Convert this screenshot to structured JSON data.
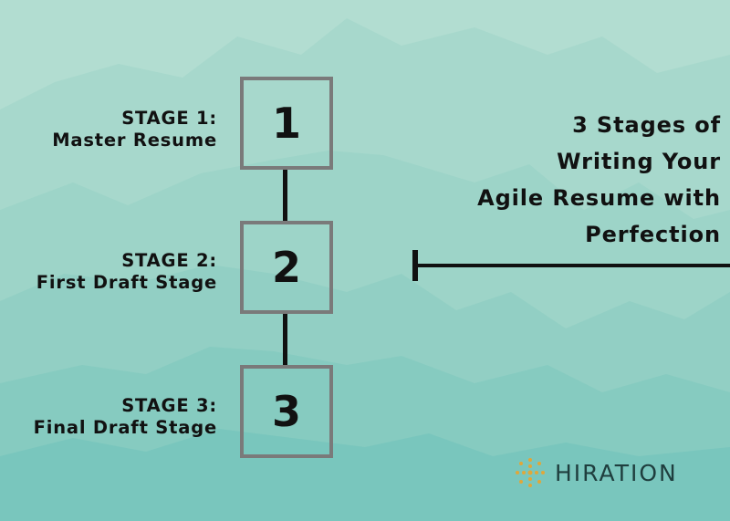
{
  "colors": {
    "background": "#b2ddd1",
    "box_border": "#7a7a7a",
    "text": "#111111",
    "logo_text": "#1f3e3e",
    "logo_accent": "#e0a73a"
  },
  "stages": [
    {
      "number": "1",
      "label": "STAGE 1:",
      "name": "Master Resume"
    },
    {
      "number": "2",
      "label": "STAGE 2:",
      "name": "First Draft Stage"
    },
    {
      "number": "3",
      "label": "STAGE 3:",
      "name": "Final Draft Stage"
    }
  ],
  "title": {
    "lines": [
      "3 Stages of",
      "Writing Your",
      "Agile Resume with",
      "Perfection"
    ]
  },
  "logo": {
    "icon": "dot-star-icon",
    "text": "HIRATION"
  }
}
